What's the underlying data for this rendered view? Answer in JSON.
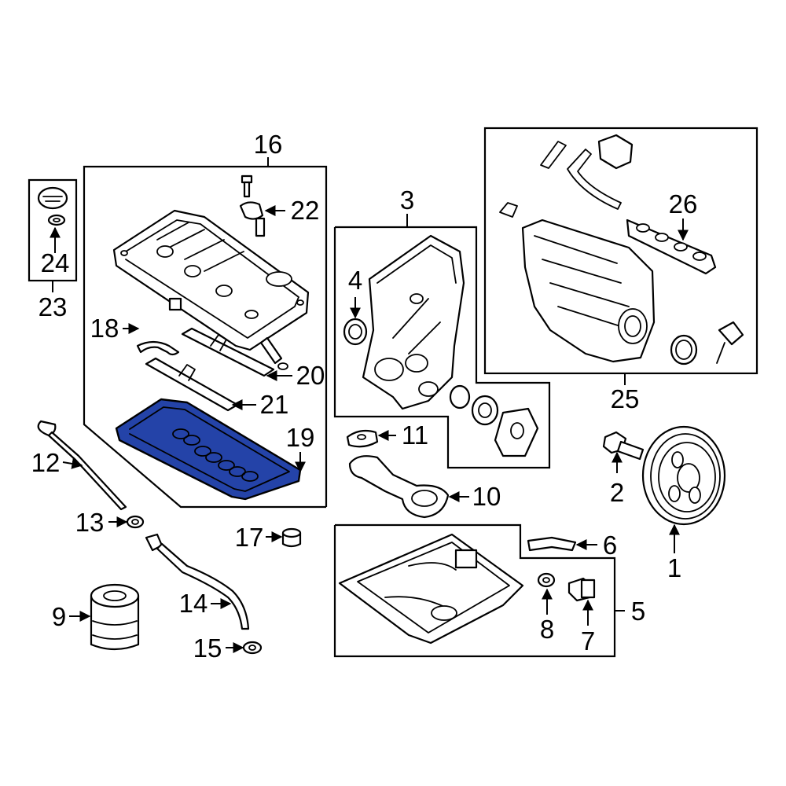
{
  "highlight_color": "#2443a8",
  "callouts": {
    "c1": "1",
    "c2": "2",
    "c3": "3",
    "c4": "4",
    "c5": "5",
    "c6": "6",
    "c7": "7",
    "c8": "8",
    "c9": "9",
    "c10": "10",
    "c11": "11",
    "c12": "12",
    "c13": "13",
    "c14": "14",
    "c15": "15",
    "c16": "16",
    "c17": "17",
    "c18": "18",
    "c19": "19",
    "c20": "20",
    "c21": "21",
    "c22": "22",
    "c23": "23",
    "c24": "24",
    "c25": "25",
    "c26": "26"
  },
  "highlighted_part": "19"
}
